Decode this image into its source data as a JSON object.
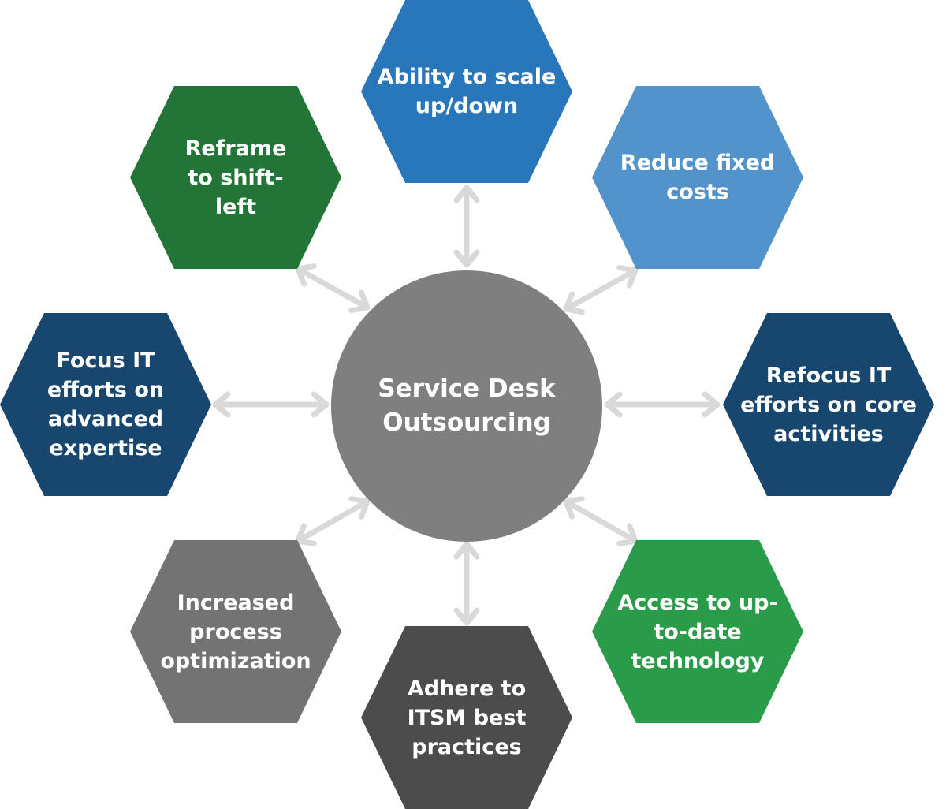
{
  "hub": {
    "label": "Service Desk\nOutsourcing",
    "color": "#7f7f7f"
  },
  "nodes": [
    {
      "id": "scale",
      "label": "Ability to scale\nup/down",
      "color": "#2877bb"
    },
    {
      "id": "fixed-costs",
      "label": "Reduce fixed\ncosts",
      "color": "#5393cb"
    },
    {
      "id": "core-activities",
      "label": "Refocus IT\nefforts on core\nactivities",
      "color": "#17466f"
    },
    {
      "id": "technology",
      "label": "Access to up-\nto-date\ntechnology",
      "color": "#2a9b48"
    },
    {
      "id": "itsm",
      "label": "Adhere to\nITSM best\npractices",
      "color": "#4b4c4b"
    },
    {
      "id": "optimization",
      "label": "Increased\nprocess\noptimization",
      "color": "#737373"
    },
    {
      "id": "expertise",
      "label": "Focus IT\nefforts on\nadvanced\nexpertise",
      "color": "#17466f"
    },
    {
      "id": "shift-left",
      "label": "Reframe\nto shift-\nleft",
      "color": "#227536"
    }
  ],
  "connector_color": "#d9d9d9"
}
